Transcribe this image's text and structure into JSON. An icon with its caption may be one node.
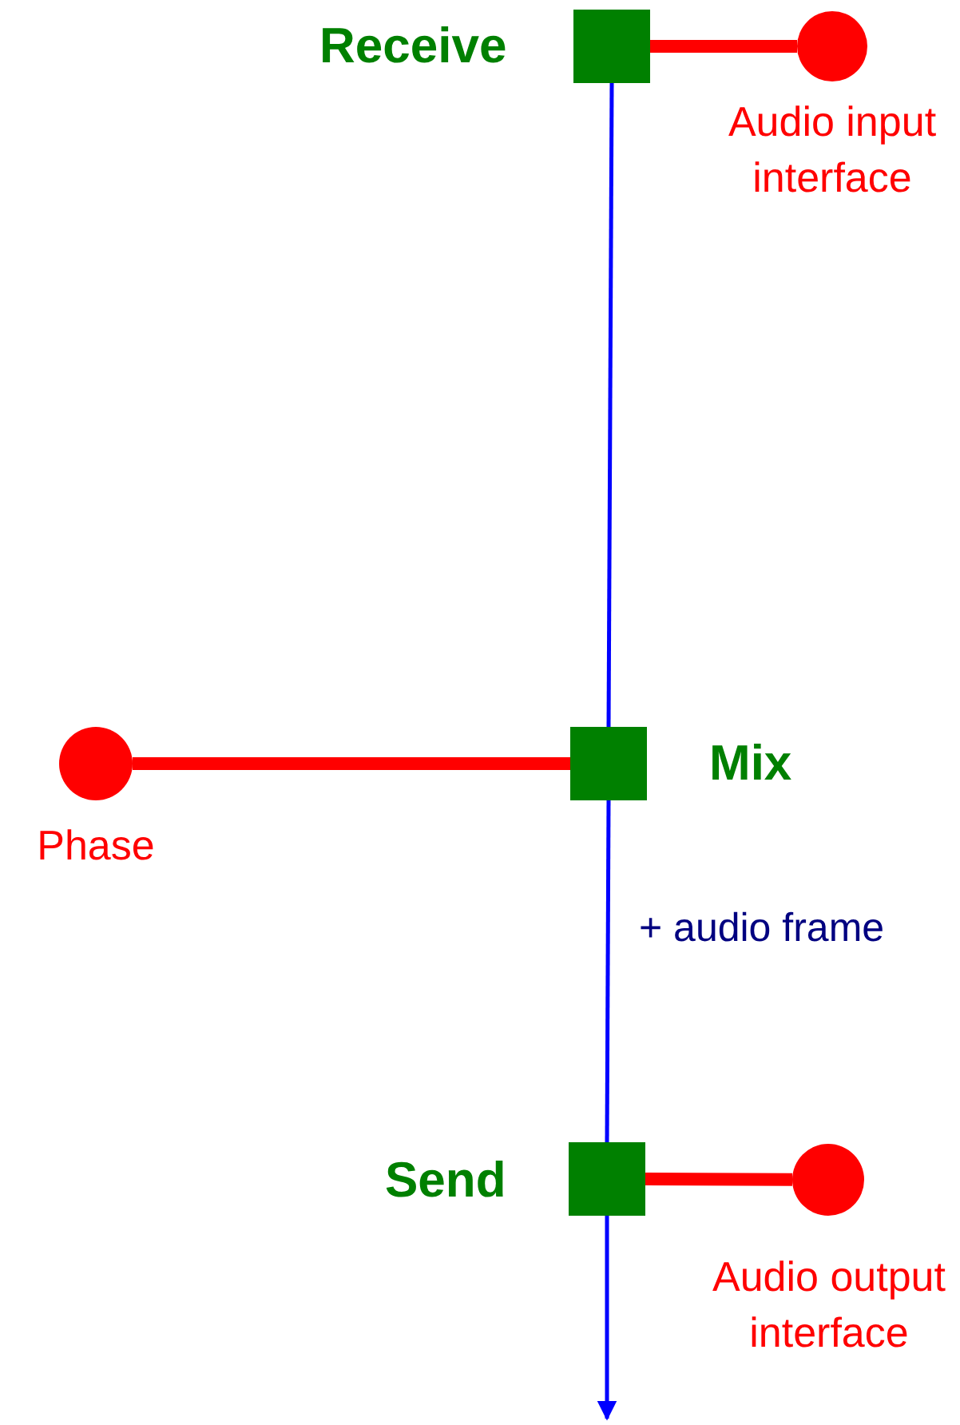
{
  "diagram": {
    "nodes": [
      {
        "text": [
          "Receive"
        ]
      },
      {
        "text": [
          "Audio input interface"
        ]
      },
      {
        "text": [
          "Mix"
        ]
      },
      {
        "text": [
          "Phase"
        ]
      },
      {
        "text": [
          "Send"
        ]
      },
      {
        "text": [
          "Audio output interface"
        ]
      }
    ],
    "edges": [
      {
        "from": 0,
        "to": 1,
        "arrow": "none",
        "style": "thick",
        "color": "#ff0000"
      },
      {
        "from": 3,
        "to": 2,
        "arrow": "none",
        "style": "thick",
        "color": "#ff0000"
      },
      {
        "from": 4,
        "to": 5,
        "arrow": "none",
        "style": "thick",
        "color": "#ff0000"
      },
      {
        "from": 0,
        "to": 2,
        "arrow": "none",
        "color": "#0000ff"
      },
      {
        "from": 2,
        "to": 4,
        "arrow": "none",
        "color": "#0000ff",
        "label": "+ audio frame"
      },
      {
        "from": 4,
        "to": null,
        "arrow": "to",
        "color": "#0000ff"
      }
    ]
  }
}
